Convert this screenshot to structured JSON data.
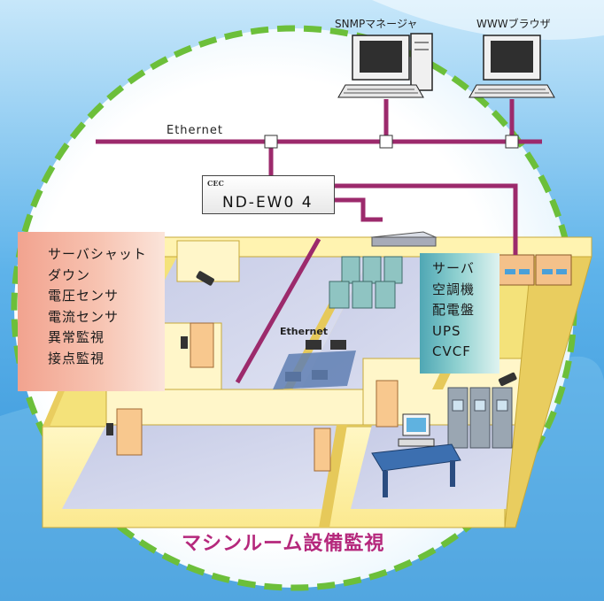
{
  "network": {
    "top_label": "Ethernet",
    "room_label": "Ethernet",
    "line_color": "#9c2a6c"
  },
  "terminals": [
    {
      "label": "SNMPマネージャ",
      "icon": "computer-icon"
    },
    {
      "label": "WWWブラウザ",
      "icon": "computer-icon"
    }
  ],
  "device": {
    "brand": "CEC",
    "model": "ND-EW0 4"
  },
  "monitor_items": [
    "サーバシャット",
    "ダウン",
    "電圧センサ",
    "電流センサ",
    "異常監視",
    "接点監視"
  ],
  "equipment_items": [
    "サーバ",
    "空調機",
    "配電盤",
    "UPS",
    "CVCF"
  ],
  "title": "マシンルーム設備監視",
  "colors": {
    "sky": "#3d9fe0",
    "circle_dash": "#6cbf3a",
    "title": "#b5287c"
  }
}
